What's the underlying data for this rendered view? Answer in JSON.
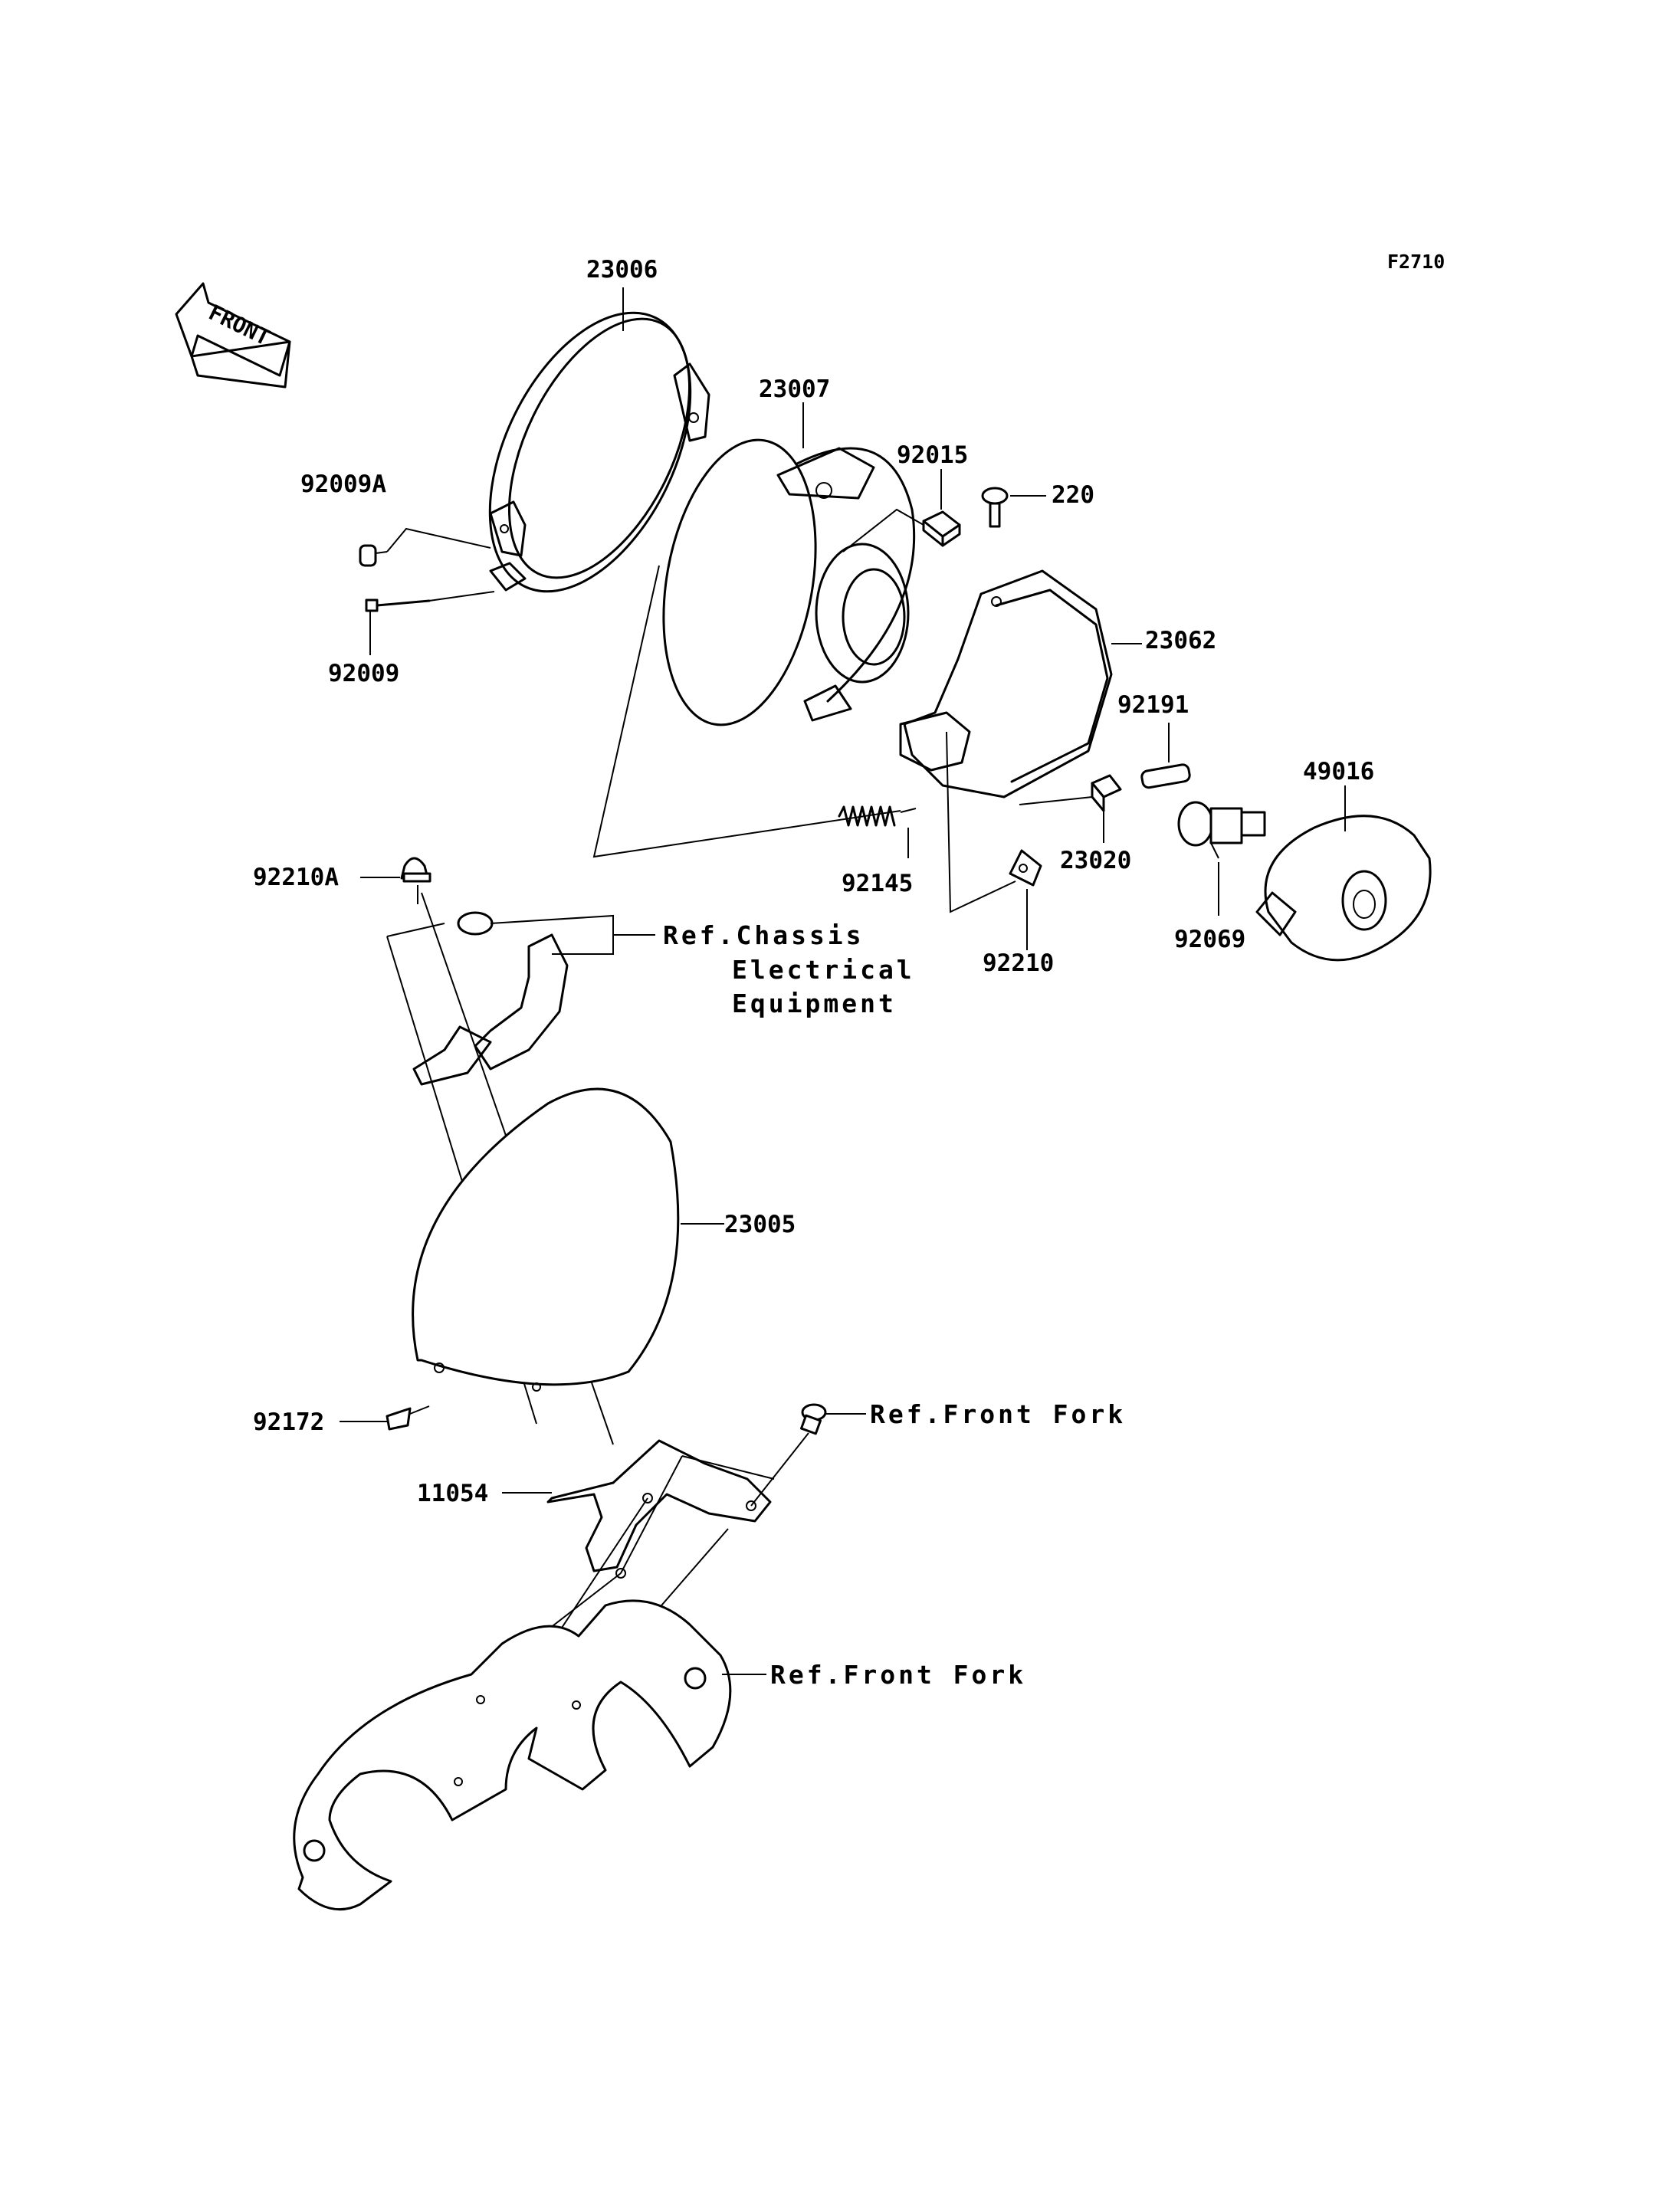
{
  "figure_code": "F2710",
  "front_indicator": "FRONT",
  "parts": [
    {
      "id": "p23006",
      "number": "23006"
    },
    {
      "id": "p23007",
      "number": "23007"
    },
    {
      "id": "p92015",
      "number": "92015"
    },
    {
      "id": "p220",
      "number": "220"
    },
    {
      "id": "p92009A",
      "number": "92009A"
    },
    {
      "id": "p92009",
      "number": "92009"
    },
    {
      "id": "p23062",
      "number": "23062"
    },
    {
      "id": "p92191",
      "number": "92191"
    },
    {
      "id": "p49016",
      "number": "49016"
    },
    {
      "id": "p92145",
      "number": "92145"
    },
    {
      "id": "p23020",
      "number": "23020"
    },
    {
      "id": "p92210",
      "number": "92210"
    },
    {
      "id": "p92069",
      "number": "92069"
    },
    {
      "id": "p92210A",
      "number": "92210A"
    },
    {
      "id": "p23005",
      "number": "23005"
    },
    {
      "id": "p92172",
      "number": "92172"
    },
    {
      "id": "p11054",
      "number": "11054"
    }
  ],
  "references": {
    "chassis_line1": "Ref.Chassis",
    "chassis_line2": "Electrical",
    "chassis_line3": "Equipment",
    "front_fork_upper": "Ref.Front Fork",
    "front_fork_lower": "Ref.Front Fork"
  }
}
